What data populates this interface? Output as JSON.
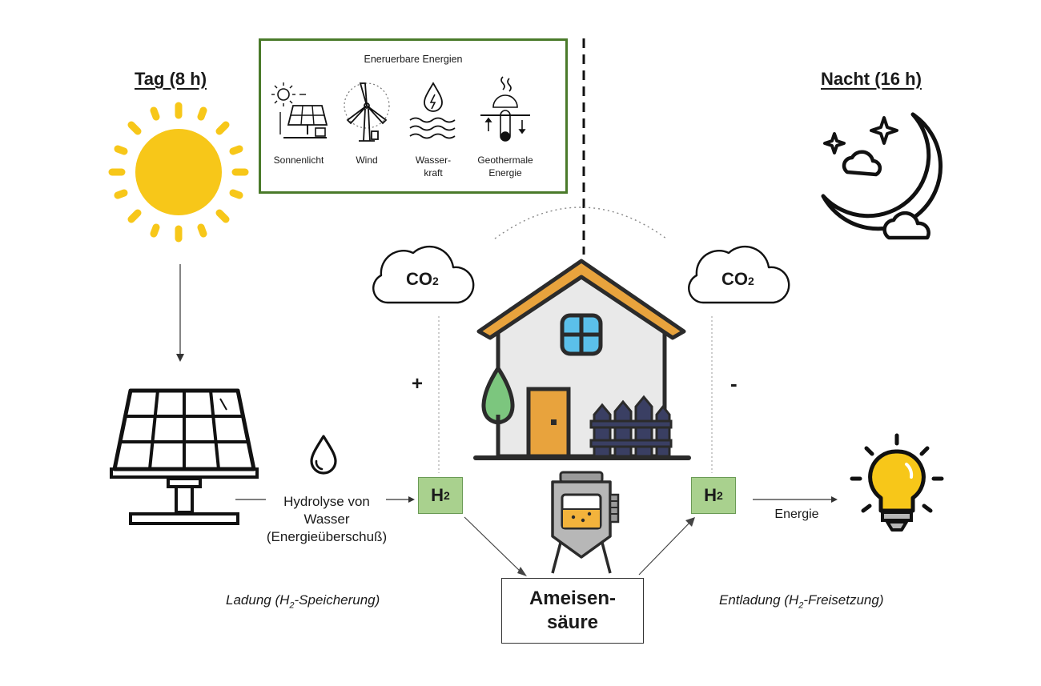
{
  "day": {
    "title": "Tag (8 h)"
  },
  "night": {
    "title": "Nacht (16 h)"
  },
  "renewables": {
    "title": "Eneruerbare Energien",
    "items": [
      {
        "label": "Sonnenlicht",
        "icon": "solar-panel-icon"
      },
      {
        "label": "Wind",
        "icon": "wind-turbine-icon"
      },
      {
        "label": "Wasser-\nkraft",
        "icon": "water-power-icon"
      },
      {
        "label": "Geothermale\nEnergie",
        "icon": "geothermal-icon"
      }
    ]
  },
  "co2_left": {
    "text": "CO",
    "sub": "2"
  },
  "co2_right": {
    "text": "CO",
    "sub": "2"
  },
  "plus": "+",
  "minus": "-",
  "h2_left": {
    "text": "H",
    "sub": "2"
  },
  "h2_right": {
    "text": "H",
    "sub": "2"
  },
  "hydrolysis": {
    "label": "Hydrolyse von\nWasser\n(Energieüberschuß)"
  },
  "energy": {
    "label": "Energie"
  },
  "acid": {
    "label": "Ameisen-\nsäure"
  },
  "charging": {
    "prefix": "Ladung (H",
    "sub": "2",
    "suffix": "-Speicherung)"
  },
  "discharging": {
    "prefix": "Entladung (H",
    "sub": "2",
    "suffix": "-Freisetzung)"
  },
  "colors": {
    "sun": "#f7c719",
    "roof": "#e8a33d",
    "door": "#e8a33d",
    "tree": "#7cc67e",
    "window": "#5bc0ea",
    "h2_fill": "#a9d18e",
    "box_border": "#4a7a2a",
    "bulb": "#f7c719",
    "fence": "#3a3f63"
  }
}
